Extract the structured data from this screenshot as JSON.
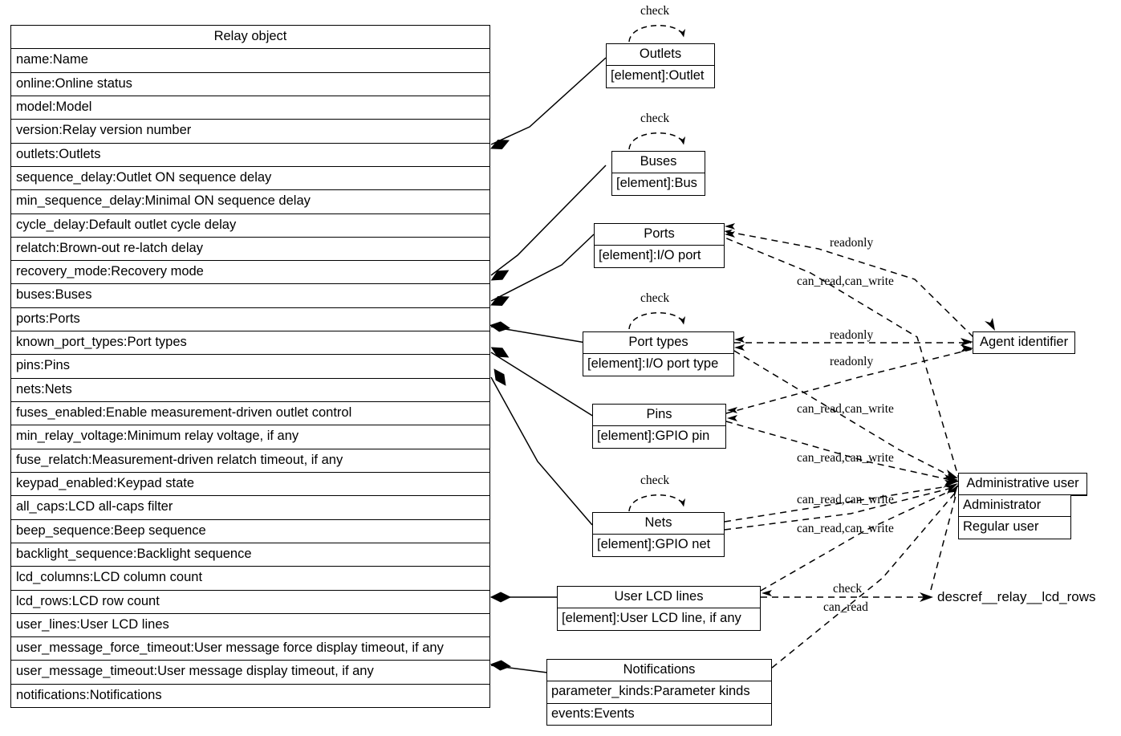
{
  "diagram": {
    "title_node": "Relay object",
    "background": "#ffffff",
    "line_color": "#000000"
  },
  "relay_object": {
    "header": "Relay object",
    "attributes": [
      "name:Name",
      "online:Online status",
      "model:Model",
      "version:Relay version number",
      "outlets:Outlets",
      "sequence_delay:Outlet ON sequence delay",
      "min_sequence_delay:Minimal ON sequence delay",
      "cycle_delay:Default outlet cycle delay",
      "relatch:Brown-out re-latch delay",
      "recovery_mode:Recovery mode",
      "buses:Buses",
      "ports:Ports",
      "known_port_types:Port types",
      "pins:Pins",
      "nets:Nets",
      "fuses_enabled:Enable measurement-driven outlet control",
      "min_relay_voltage:Minimum relay voltage, if any",
      "fuse_relatch:Measurement-driven relatch timeout, if any",
      "keypad_enabled:Keypad state",
      "all_caps:LCD all-caps filter",
      "beep_sequence:Beep sequence",
      "backlight_sequence:Backlight sequence",
      "lcd_columns:LCD column count",
      "lcd_rows:LCD row count",
      "user_lines:User LCD lines",
      "user_message_force_timeout:User message force display timeout, if any",
      "user_message_timeout:User message display timeout, if any",
      "notifications:Notifications"
    ]
  },
  "collections": {
    "outlets": {
      "header": "Outlets",
      "rows": [
        "[element]:Outlet"
      ]
    },
    "buses": {
      "header": "Buses",
      "rows": [
        "[element]:Bus"
      ]
    },
    "ports": {
      "header": "Ports",
      "rows": [
        "[element]:I/O port"
      ]
    },
    "port_types": {
      "header": "Port types",
      "rows": [
        "[element]:I/O port type"
      ]
    },
    "pins": {
      "header": "Pins",
      "rows": [
        "[element]:GPIO pin"
      ]
    },
    "nets": {
      "header": "Nets",
      "rows": [
        "[element]:GPIO net"
      ]
    },
    "user_lcd_lines": {
      "header": "User LCD lines",
      "rows": [
        "[element]:User LCD line, if any"
      ]
    },
    "notifications": {
      "header": "Notifications",
      "rows": [
        "parameter_kinds:Parameter kinds",
        "events:Events"
      ]
    }
  },
  "actors": {
    "agent_identifier": {
      "header": "Agent identifier",
      "rows": []
    },
    "administrative_user": {
      "header": "Administrative user",
      "rows": [
        "Administrator",
        "Regular user"
      ]
    }
  },
  "text_nodes": {
    "descref_relay_lcd_rows": "descref__relay__lcd_rows"
  },
  "edge_labels": {
    "check_outlets": "check",
    "check_buses": "check",
    "check_port_types": "check",
    "check_nets": "check",
    "ports_readonly": "readonly",
    "ports_can_read_can_write": "can_read,can_write",
    "port_types_readonly_a": "readonly",
    "port_types_readonly_b": "readonly",
    "pins_can_read_can_write": "can_read,can_write",
    "port_types_can_read_can_write": "can_read,can_write",
    "nets_can_read_can_write_a": "can_read,can_write",
    "nets_can_read_can_write_b": "can_read,can_write",
    "user_lcd_check": "check",
    "user_lcd_can_read": "can_read"
  }
}
